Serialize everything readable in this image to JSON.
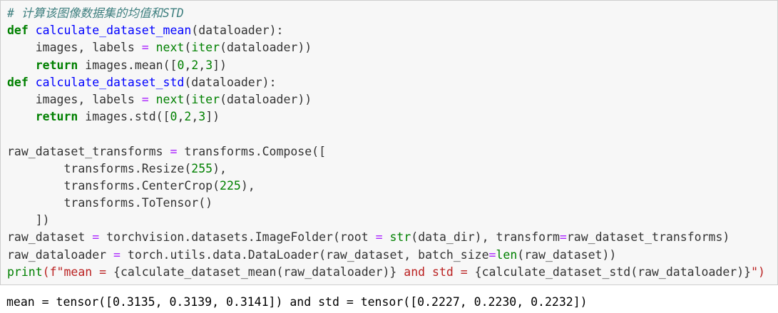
{
  "cell": {
    "lines": [
      [
        {
          "t": "# 计算该图像数据集的均值和STD",
          "c": "cm"
        }
      ],
      [
        {
          "t": "def",
          "c": "kw"
        },
        {
          "t": " "
        },
        {
          "t": "calculate_dataset_mean",
          "c": "fn"
        },
        {
          "t": "(dataloader):"
        }
      ],
      [
        {
          "t": "    images, labels "
        },
        {
          "t": "=",
          "c": "op"
        },
        {
          "t": " "
        },
        {
          "t": "next",
          "c": "bi"
        },
        {
          "t": "("
        },
        {
          "t": "iter",
          "c": "bi"
        },
        {
          "t": "(dataloader))"
        }
      ],
      [
        {
          "t": "    "
        },
        {
          "t": "return",
          "c": "kw"
        },
        {
          "t": " images.mean(["
        },
        {
          "t": "0",
          "c": "nm"
        },
        {
          "t": ","
        },
        {
          "t": "2",
          "c": "nm"
        },
        {
          "t": ","
        },
        {
          "t": "3",
          "c": "nm"
        },
        {
          "t": "])"
        }
      ],
      [
        {
          "t": "def",
          "c": "kw"
        },
        {
          "t": " "
        },
        {
          "t": "calculate_dataset_std",
          "c": "fn"
        },
        {
          "t": "(dataloader):"
        }
      ],
      [
        {
          "t": "    images, labels "
        },
        {
          "t": "=",
          "c": "op"
        },
        {
          "t": " "
        },
        {
          "t": "next",
          "c": "bi"
        },
        {
          "t": "("
        },
        {
          "t": "iter",
          "c": "bi"
        },
        {
          "t": "(dataloader))"
        }
      ],
      [
        {
          "t": "    "
        },
        {
          "t": "return",
          "c": "kw"
        },
        {
          "t": " images.std(["
        },
        {
          "t": "0",
          "c": "nm"
        },
        {
          "t": ","
        },
        {
          "t": "2",
          "c": "nm"
        },
        {
          "t": ","
        },
        {
          "t": "3",
          "c": "nm"
        },
        {
          "t": "])"
        }
      ],
      [],
      [
        {
          "t": "raw_dataset_transforms "
        },
        {
          "t": "=",
          "c": "op"
        },
        {
          "t": " transforms.Compose(["
        }
      ],
      [
        {
          "t": "        transforms.Resize("
        },
        {
          "t": "255",
          "c": "nm"
        },
        {
          "t": "),"
        }
      ],
      [
        {
          "t": "        transforms.CenterCrop("
        },
        {
          "t": "225",
          "c": "nm"
        },
        {
          "t": "),"
        }
      ],
      [
        {
          "t": "        transforms.ToTensor()"
        }
      ],
      [
        {
          "t": "    ])"
        }
      ],
      [
        {
          "t": "raw_dataset "
        },
        {
          "t": "=",
          "c": "op"
        },
        {
          "t": " torchvision.datasets.ImageFolder(root "
        },
        {
          "t": "=",
          "c": "op"
        },
        {
          "t": " "
        },
        {
          "t": "str",
          "c": "bi"
        },
        {
          "t": "(data_dir), transform"
        },
        {
          "t": "=",
          "c": "op"
        },
        {
          "t": "raw_dataset_transforms)"
        }
      ],
      [
        {
          "t": "raw_dataloader "
        },
        {
          "t": "=",
          "c": "op"
        },
        {
          "t": " torch.utils.data.DataLoader(raw_dataset, batch_size"
        },
        {
          "t": "=",
          "c": "op"
        },
        {
          "t": "len",
          "c": "bi"
        },
        {
          "t": "(raw_dataset))"
        }
      ],
      [
        {
          "t": "print",
          "c": "bi"
        },
        {
          "t": "(f\"mean = ",
          "c": "st"
        },
        {
          "t": "{calculate_dataset_mean(raw_dataloader)}"
        },
        {
          "t": " and std = ",
          "c": "st"
        },
        {
          "t": "{calculate_dataset_std(raw_dataloader)}"
        },
        {
          "t": "\")",
          "c": "st"
        }
      ]
    ]
  },
  "output": {
    "text": "mean = tensor([0.3135, 0.3139, 0.3141]) and std = tensor([0.2227, 0.2230, 0.2232])"
  }
}
